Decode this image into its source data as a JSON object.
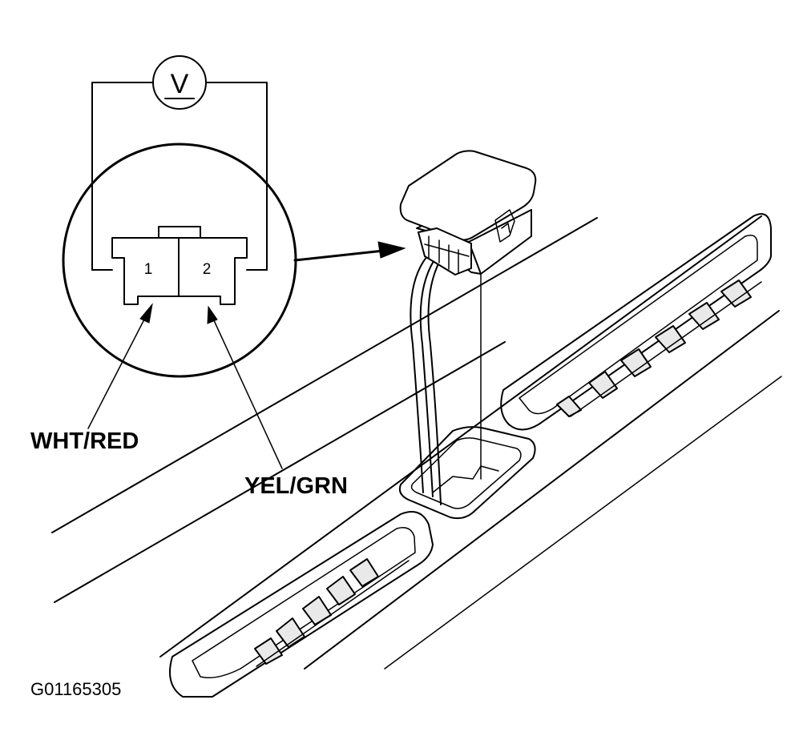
{
  "meter": {
    "symbol": "V"
  },
  "connector": {
    "pin_1": "1",
    "pin_2": "2"
  },
  "wires": {
    "wire_1": "WHT/RED",
    "wire_2": "YEL/GRN"
  },
  "figure_id": "G01165305"
}
